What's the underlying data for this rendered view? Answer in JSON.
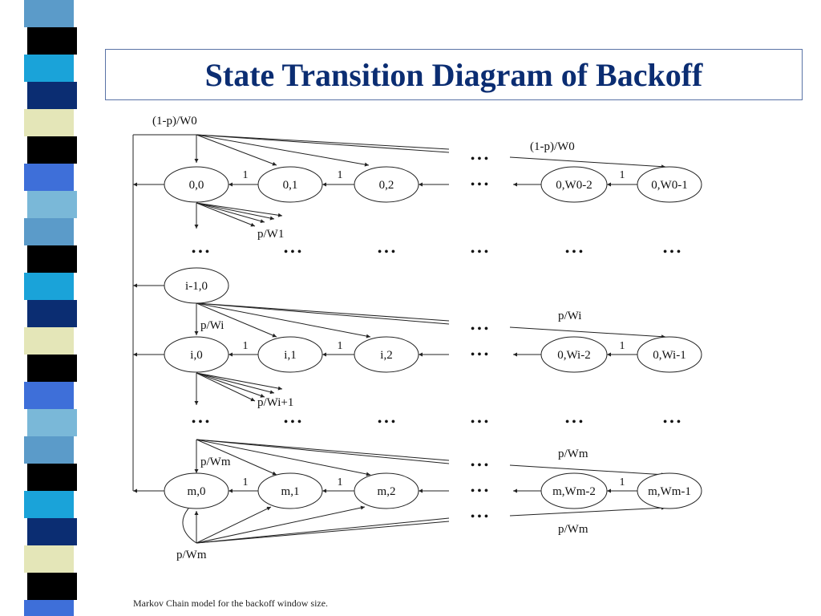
{
  "slide": {
    "title": "State Transition Diagram of Backoff"
  },
  "caption": "Markov Chain model for the backoff window size.",
  "colors": {
    "title": "#0b2d72",
    "title_border": "#5a73a6",
    "stripe": [
      "#5b9bc9",
      "#0b2d72",
      "#3e6fd9",
      "#000000",
      "#e4e6b8",
      "#7ab8d8",
      "#1aa3d9",
      "#000000"
    ]
  },
  "nodes": {
    "r0": [
      "0,0",
      "0,1",
      "0,2",
      "0,W0-2",
      "0,W0-1"
    ],
    "ri1": "i-1,0",
    "ri": [
      "i,0",
      "i,1",
      "i,2",
      "0,Wi-2",
      "0,Wi-1"
    ],
    "rm": [
      "m,0",
      "m,1",
      "m,2",
      "m,Wm-2",
      "m,Wm-1"
    ]
  },
  "labels": {
    "one": "1",
    "dots": "• • •",
    "p0_top": "(1-p)/W0",
    "p0_right": "(1-p)/W0",
    "p_w1": "p/W1",
    "p_wi_left": "p/Wi",
    "p_wi_right": "p/Wi",
    "p_wi1": "p/Wi+1",
    "p_wm_left": "p/Wm",
    "p_wm_right_top": "p/Wm",
    "p_wm_right_bottom": "p/Wm",
    "p_wm_bottom": "p/Wm"
  }
}
